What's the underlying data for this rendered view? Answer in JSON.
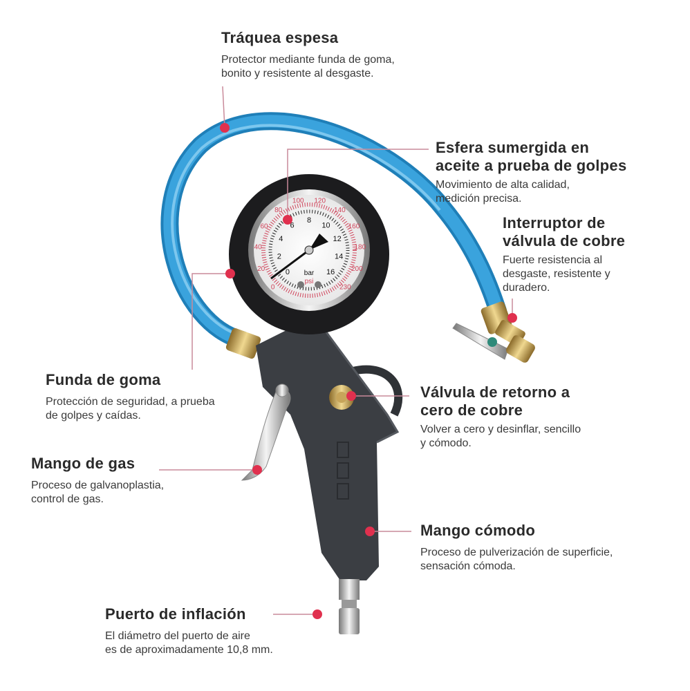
{
  "accent_color": "#e0304e",
  "leader_color": "#c98a9a",
  "product_image": {
    "hose_color": "#3aa3dd",
    "body_color": "#3b3e43",
    "gauge": {
      "bar_labels": [
        "0",
        "2",
        "4",
        "6",
        "8",
        "10",
        "12",
        "14",
        "16"
      ],
      "psi_labels": [
        "0",
        "20",
        "40",
        "60",
        "80",
        "100",
        "120",
        "140",
        "160",
        "180",
        "200",
        "230"
      ],
      "unit_bar": "bar",
      "unit_psi": "psi"
    }
  },
  "callouts": [
    {
      "title": "Tráquea espesa",
      "description": [
        "Protector mediante funda de goma,",
        "bonito y resistente al desgaste."
      ]
    },
    {
      "title": [
        "Esfera sumergida en",
        "aceite a prueba de golpes"
      ],
      "description": [
        "Movimiento de alta calidad,",
        "medición precisa."
      ]
    },
    {
      "title": [
        "Interruptor de",
        "válvula de cobre"
      ],
      "description": [
        "Fuerte resistencia al",
        "desgaste, resistente y",
        "duradero."
      ]
    },
    {
      "title": "Funda de goma",
      "description": [
        "Protección de seguridad, a prueba",
        "de golpes y caídas."
      ]
    },
    {
      "title": [
        "Válvula de retorno a",
        "cero de cobre"
      ],
      "description": [
        "Volver a cero y desinflar, sencillo",
        "y cómodo."
      ]
    },
    {
      "title": "Mango de gas",
      "description": [
        "Proceso de galvanoplastia,",
        "control de gas."
      ]
    },
    {
      "title": "Mango cómodo",
      "description": [
        "Proceso de pulverización de superficie,",
        "sensación cómoda."
      ]
    },
    {
      "title": "Puerto de inflación",
      "description": [
        "El diámetro del puerto de aire",
        "es de aproximadamente 10,8 mm."
      ]
    }
  ]
}
